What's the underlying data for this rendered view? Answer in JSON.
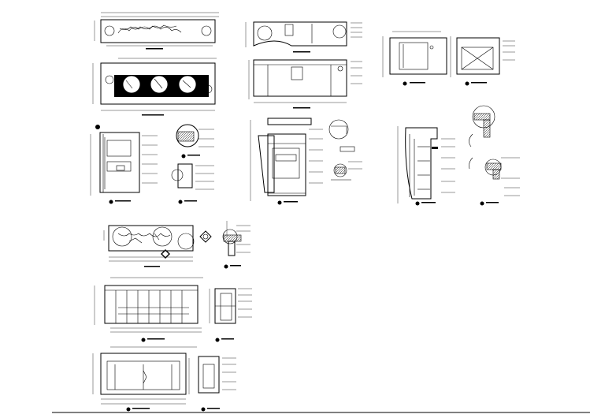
{
  "drawing": {
    "title": "",
    "background": "#ffffff",
    "line_color": "#000000"
  },
  "details": [
    {
      "id": "top-left-plan",
      "label": ""
    },
    {
      "id": "top-left-elevation",
      "label": ""
    },
    {
      "id": "top-mid-plan",
      "label": ""
    },
    {
      "id": "top-mid-elevation",
      "label": ""
    },
    {
      "id": "top-right-section-a",
      "label": ""
    },
    {
      "id": "top-right-section-b",
      "label": ""
    },
    {
      "id": "mid-left-section",
      "label": ""
    },
    {
      "id": "mid-mid-section",
      "label": ""
    },
    {
      "id": "mid-right-section",
      "label": ""
    },
    {
      "id": "bottom-plan",
      "label": ""
    },
    {
      "id": "bottom-elevation-1",
      "label": ""
    },
    {
      "id": "bottom-side-1",
      "label": ""
    },
    {
      "id": "bottom-elevation-2",
      "label": ""
    },
    {
      "id": "bottom-side-2",
      "label": ""
    }
  ]
}
